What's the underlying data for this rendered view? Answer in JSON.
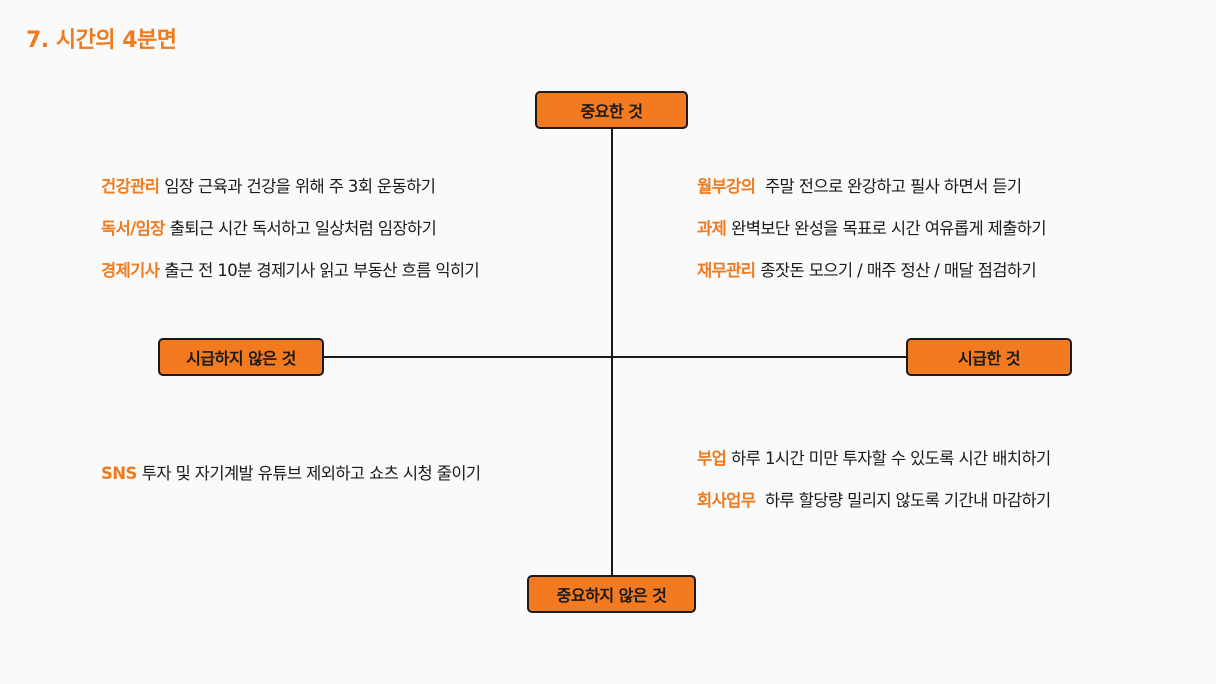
{
  "title": "7. 시간의 4분면",
  "axes": {
    "top": "중요한 것",
    "bottom": "중요하지 않은 것",
    "left": "시급하지 않은 것",
    "right": "시급한 것"
  },
  "quadrants": {
    "top_left": [
      {
        "key": "건강관리",
        "text": "임장 근육과 건강을 위해 주 3회 운동하기"
      },
      {
        "key": "독서/임장",
        "text": "출퇴근 시간 독서하고 일상처럼 임장하기"
      },
      {
        "key": "경제기사",
        "text": "출근 전 10분 경제기사 읽고 부동산 흐름 익히기"
      }
    ],
    "top_right": [
      {
        "key": "월부강의",
        "text": " 주말 전으로 완강하고 필사 하면서 듣기"
      },
      {
        "key": "과제",
        "text": "완벽보단 완성을 목표로 시간 여유롭게 제출하기"
      },
      {
        "key": "재무관리",
        "text": "종잣돈 모으기 / 매주 정산 / 매달 점검하기"
      }
    ],
    "bottom_left": [
      {
        "key": "SNS",
        "text": "투자 및 자기계발 유튜브 제외하고 쇼츠 시청 줄이기"
      }
    ],
    "bottom_right": [
      {
        "key": "부업",
        "text": "하루 1시간 미만 투자할 수 있도록 시간 배치하기"
      },
      {
        "key": "회사업무",
        "text": " 하루 할당량 밀리지 않도록 기간내 마감하기"
      }
    ]
  },
  "colors": {
    "accent": "#f47a1f",
    "line": "#1a1a1a"
  }
}
